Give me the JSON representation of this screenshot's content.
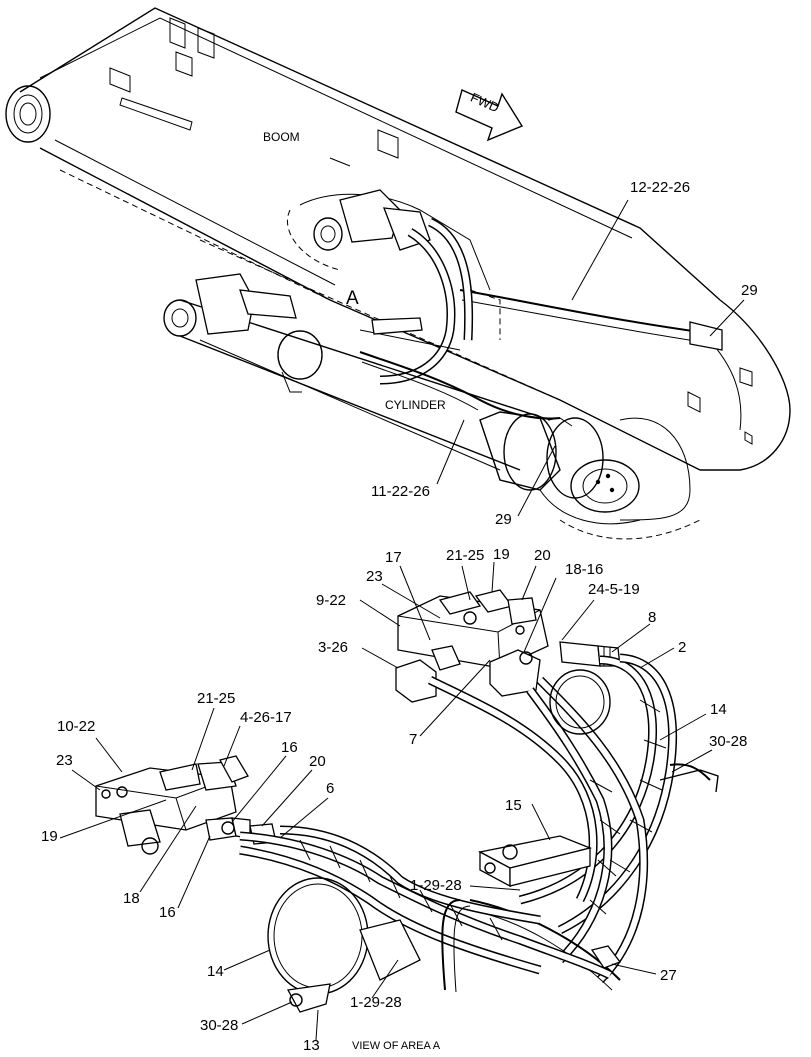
{
  "labels": {
    "boom": "BOOM",
    "cylinder": "CYLINDER",
    "fwd": "FWD",
    "area_a": "A",
    "view_caption": "VIEW OF AREA A",
    "upper_callouts": {
      "c12_22_26": "12-22-26",
      "c29_right": "29",
      "c11_22_26": "11-22-26",
      "c29_bottom": "29"
    },
    "right_cluster": {
      "c17": "17",
      "c21_25": "21-25",
      "c19": "19",
      "c20": "20",
      "c23": "23",
      "c9_22": "9-22",
      "c18_16": "18-16",
      "c24_5_19": "24-5-19",
      "c8": "8",
      "c3_26": "3-26",
      "c2": "2",
      "c7": "7",
      "c14": "14",
      "c30_28": "30-28",
      "c15": "15",
      "c1_29_28": "1-29-28",
      "c27": "27"
    },
    "left_cluster": {
      "c21_25": "21-25",
      "c4_26_17": "4-26-17",
      "c10_22": "10-22",
      "c16_top": "16",
      "c23": "23",
      "c20": "20",
      "c6": "6",
      "c19": "19",
      "c18": "18",
      "c16_bottom": "16",
      "c14": "14",
      "c1_29_28": "1-29-28",
      "c30_28": "30-28",
      "c13": "13"
    }
  },
  "colors": {
    "line": "#000000",
    "background": "#ffffff"
  }
}
